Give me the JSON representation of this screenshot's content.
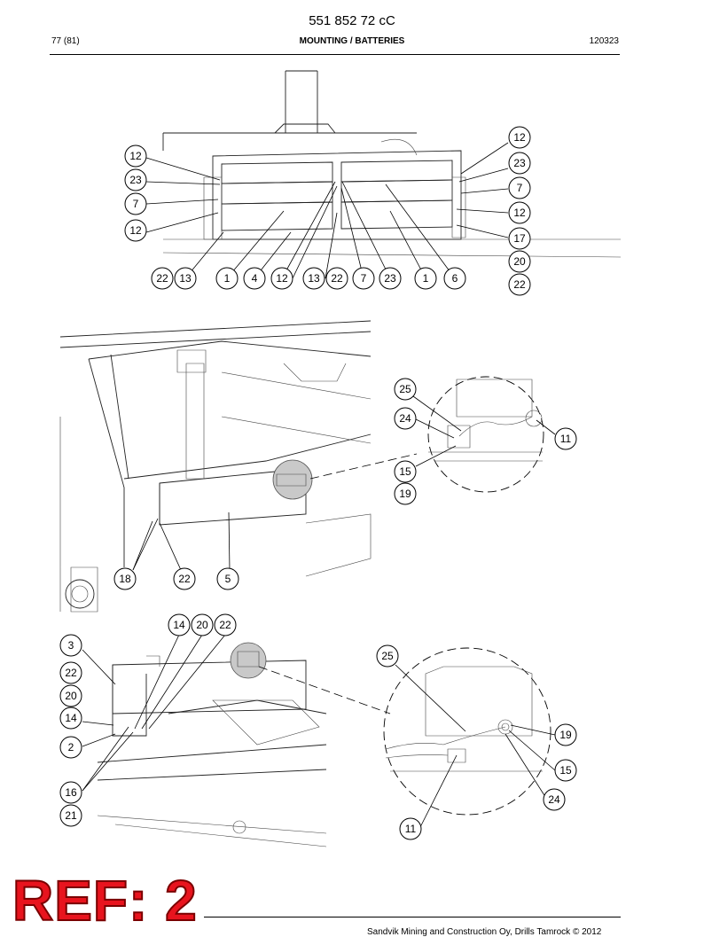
{
  "header": {
    "doc_number": "551 852 72 cC",
    "page": "77 (81)",
    "title": "MOUNTING / BATTERIES",
    "date_code": "120323"
  },
  "footer": {
    "copyright": "Sandvik Mining and Construction Oy, Drills Tamrock © 2012"
  },
  "stamp": {
    "text": "REF: 2",
    "color": "#e8141e"
  },
  "figure1": {
    "callouts": [
      "12",
      "23",
      "7",
      "12",
      "22",
      "13",
      "1",
      "4",
      "12",
      "13",
      "22",
      "7",
      "23",
      "1",
      "6",
      "12",
      "23",
      "7",
      "12",
      "17",
      "20",
      "22"
    ]
  },
  "figure2": {
    "callouts": [
      "25",
      "24",
      "11",
      "15",
      "19",
      "18",
      "22",
      "5"
    ]
  },
  "figure3": {
    "callouts": [
      "14",
      "20",
      "22",
      "3",
      "22",
      "20",
      "14",
      "2",
      "16",
      "21",
      "25",
      "19",
      "15",
      "24",
      "11"
    ]
  }
}
